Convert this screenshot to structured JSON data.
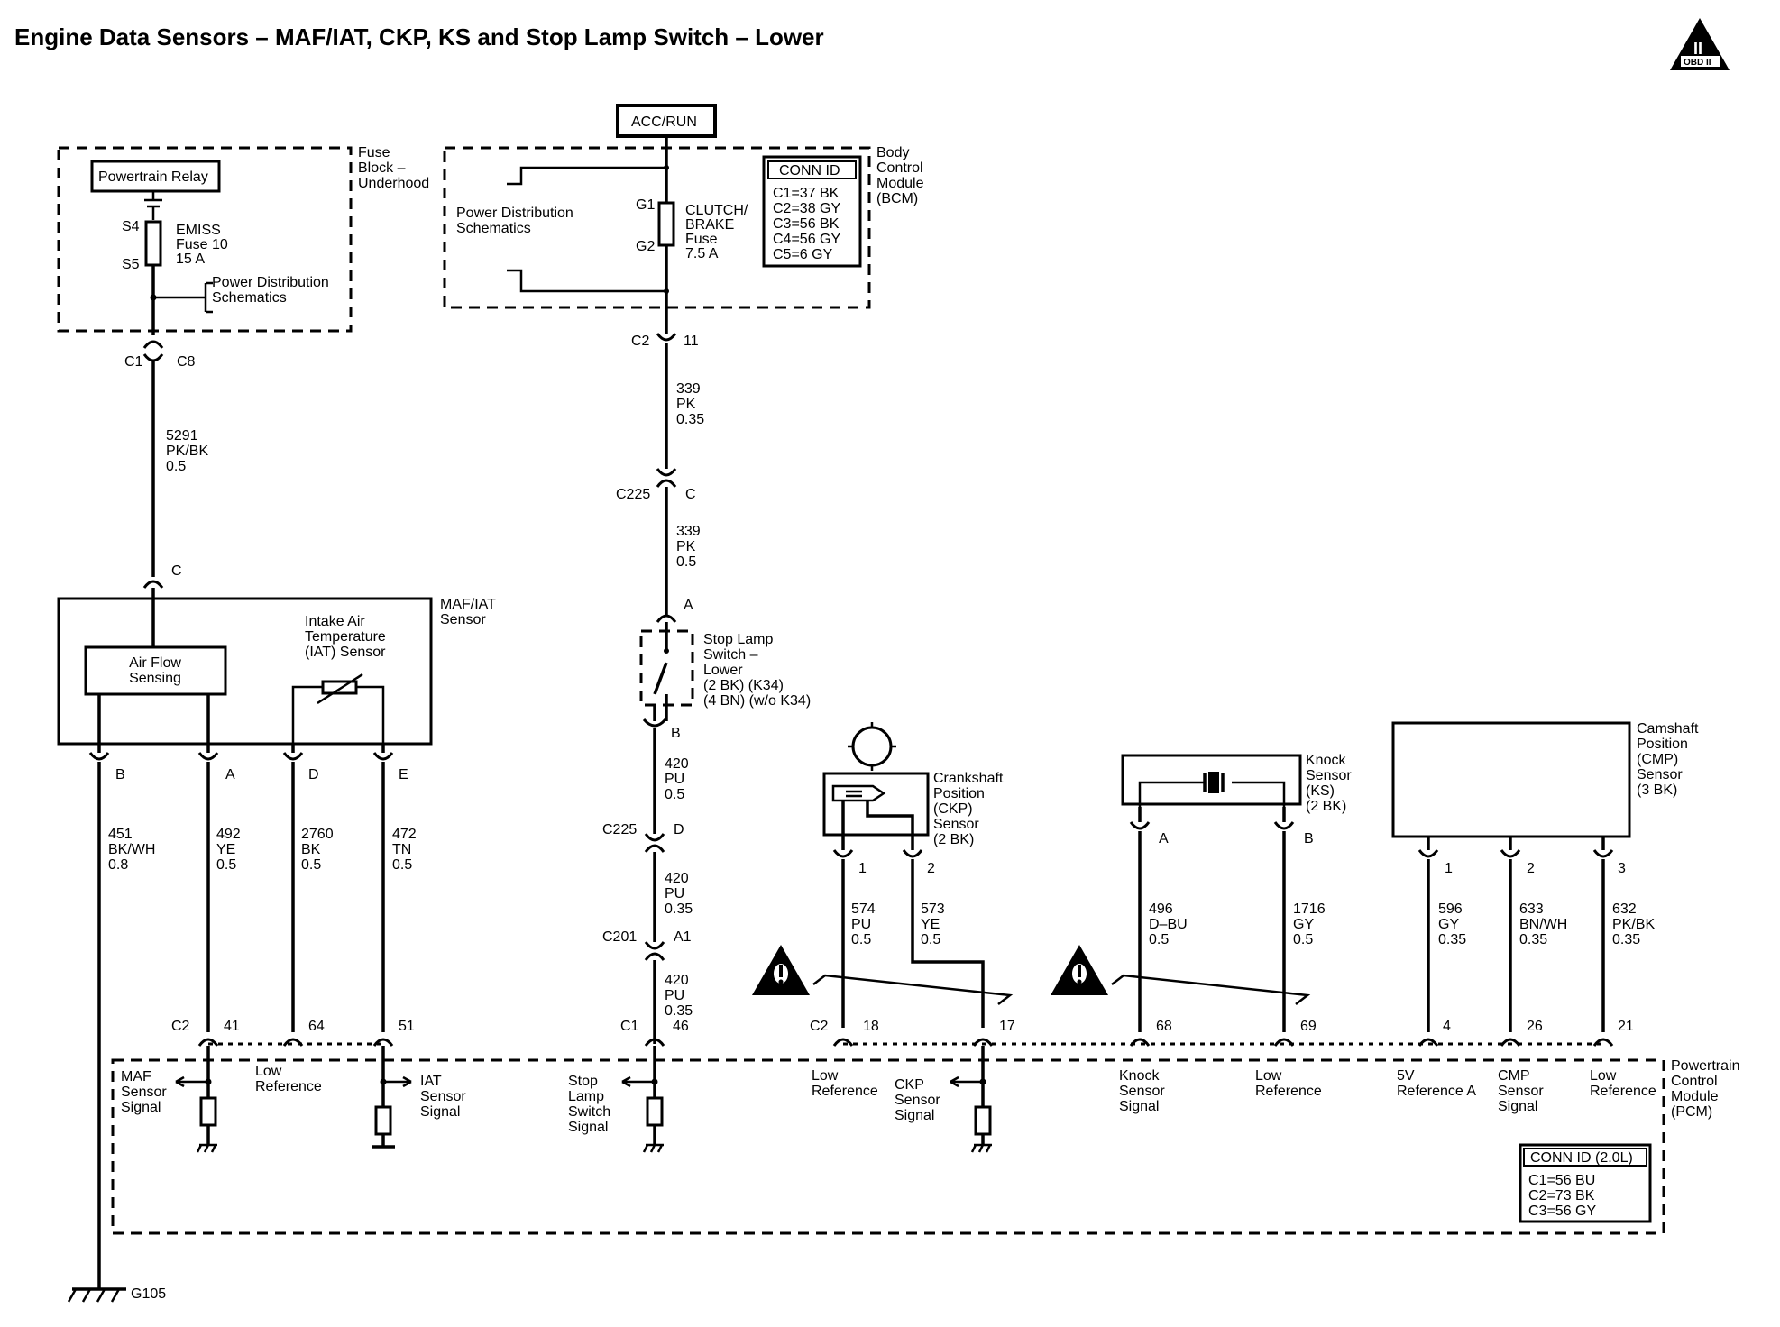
{
  "title": "Engine Data Sensors – MAF/IAT, CKP, KS and Stop Lamp Switch – Lower",
  "obd_badge": "OBD II",
  "obd_roman": "II",
  "fuse_block": {
    "name_lines": [
      "Fuse",
      "Block –",
      "Underhood"
    ],
    "relay": "Powertrain Relay",
    "s4": "S4",
    "s5": "S5",
    "fuse_lines": [
      "EMISS",
      "Fuse 10",
      "15 A"
    ],
    "power_dist_lines": [
      "Power Distribution",
      "Schematics"
    ]
  },
  "bcm": {
    "name_lines": [
      "Body",
      "Control",
      "Module",
      "(BCM)"
    ],
    "power_label": "ACC/RUN",
    "power_dist_lines": [
      "Power Distribution",
      "Schematics"
    ],
    "g1": "G1",
    "g2": "G2",
    "fuse_lines": [
      "CLUTCH/",
      "BRAKE",
      "Fuse",
      "7.5 A"
    ],
    "conn_id_title": "CONN ID",
    "conn_ids": [
      "C1=37 BK",
      "C2=38 GY",
      "C3=56 BK",
      "C4=56 GY",
      "C5=6 GY"
    ]
  },
  "connectors": {
    "fuse_left": "C1",
    "fuse_right": "C8",
    "bcm_left": "C2",
    "bcm_right": "11",
    "c225a": "C225",
    "c225a_pin": "C",
    "slsw_a": "A",
    "slsw_b": "B",
    "c225b": "C225",
    "c225b_pin": "D",
    "c201": "C201",
    "c201_pin": "A1",
    "maf_c": "C"
  },
  "wires": {
    "w5291": [
      "5291",
      "PK/BK",
      "0.5"
    ],
    "w339a": [
      "339",
      "PK",
      "0.35"
    ],
    "w339b": [
      "339",
      "PK",
      "0.5"
    ],
    "w420a": [
      "420",
      "PU",
      "0.5"
    ],
    "w420b": [
      "420",
      "PU",
      "0.35"
    ],
    "w420c": [
      "420",
      "PU",
      "0.35"
    ],
    "w451": [
      "451",
      "BK/WH",
      "0.8"
    ],
    "w492": [
      "492",
      "YE",
      "0.5"
    ],
    "w2760": [
      "2760",
      "BK",
      "0.5"
    ],
    "w472": [
      "472",
      "TN",
      "0.5"
    ],
    "w574": [
      "574",
      "PU",
      "0.5"
    ],
    "w573": [
      "573",
      "YE",
      "0.5"
    ],
    "w496": [
      "496",
      "D–BU",
      "0.5"
    ],
    "w1716": [
      "1716",
      "GY",
      "0.5"
    ],
    "w596": [
      "596",
      "GY",
      "0.35"
    ],
    "w633": [
      "633",
      "BN/WH",
      "0.35"
    ],
    "w632": [
      "632",
      "PK/BK",
      "0.35"
    ]
  },
  "maf": {
    "name_lines": [
      "MAF/IAT",
      "Sensor"
    ],
    "airflow_lines": [
      "Air Flow",
      "Sensing"
    ],
    "iat_lines": [
      "Intake Air",
      "Temperature",
      "(IAT) Sensor"
    ],
    "pins": [
      "B",
      "A",
      "D",
      "E"
    ]
  },
  "stop_lamp": {
    "name_lines": [
      "Stop Lamp",
      "Switch –",
      "Lower",
      "(2 BK) (K34)",
      "(4 BN) (w/o K34)"
    ]
  },
  "ckp": {
    "name_lines": [
      "Crankshaft",
      "Position",
      "(CKP)",
      "Sensor",
      "(2 BK)"
    ],
    "pins": [
      "1",
      "2"
    ]
  },
  "ks": {
    "name_lines": [
      "Knock",
      "Sensor",
      "(KS)",
      "(2 BK)"
    ],
    "pins": [
      "A",
      "B"
    ]
  },
  "cmp": {
    "name_lines": [
      "Camshaft",
      "Position",
      "(CMP)",
      "Sensor",
      "(3 BK)"
    ],
    "pins": [
      "1",
      "2",
      "3"
    ]
  },
  "pcm": {
    "name_lines": [
      "Powertrain",
      "Control",
      "Module",
      "(PCM)"
    ],
    "pins": {
      "c2a": "C2",
      "p41": "41",
      "p64": "64",
      "p51": "51",
      "c1": "C1",
      "p46": "46",
      "c2b": "C2",
      "p18": "18",
      "p17": "17",
      "p68": "68",
      "p69": "69",
      "p4": "4",
      "p26": "26",
      "p21": "21"
    },
    "signals": {
      "maf": [
        "MAF",
        "Sensor",
        "Signal"
      ],
      "lowref1": [
        "Low",
        "Reference"
      ],
      "iat": [
        "IAT",
        "Sensor",
        "Signal"
      ],
      "stop": [
        "Stop",
        "Lamp",
        "Switch",
        "Signal"
      ],
      "lowref2": [
        "Low",
        "Reference"
      ],
      "ckp": [
        "CKP",
        "Sensor",
        "Signal"
      ],
      "knock": [
        "Knock",
        "Sensor",
        "Signal"
      ],
      "lowref3": [
        "Low",
        "Reference"
      ],
      "ref5v": [
        "5V",
        "Reference A"
      ],
      "cmp": [
        "CMP",
        "Sensor",
        "Signal"
      ],
      "lowref4": [
        "Low",
        "Reference"
      ]
    },
    "conn_id_title": "CONN ID (2.0L)",
    "conn_ids": [
      "C1=56 BU",
      "C2=73 BK",
      "C3=56 GY"
    ]
  },
  "ground": "G105"
}
